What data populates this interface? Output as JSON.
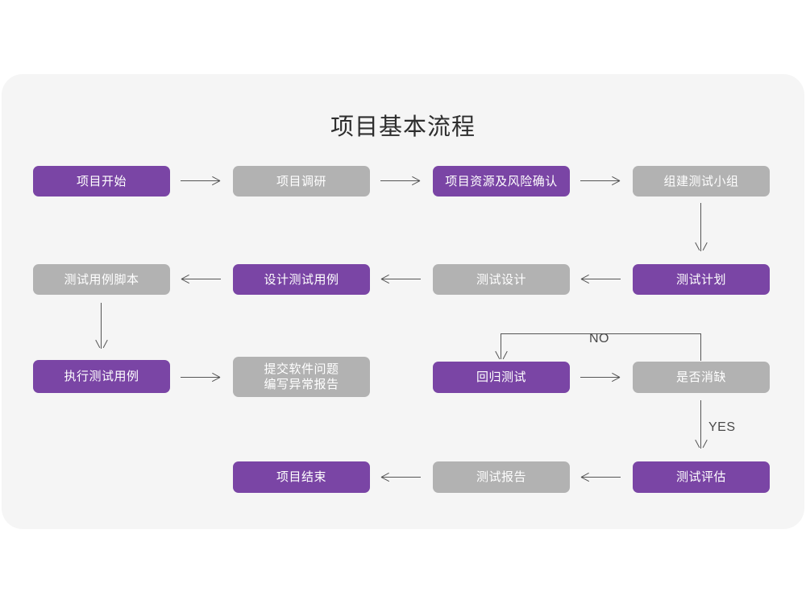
{
  "diagram": {
    "title": "项目基本流程",
    "colors": {
      "accent_purple": "#7a45a5",
      "muted_gray": "#b2b2b2",
      "canvas": "#f5f5f5",
      "connector": "#555555",
      "title_text": "#2e2e2e"
    },
    "nodes": [
      {
        "id": "n1",
        "label": "项目开始",
        "style": "purple"
      },
      {
        "id": "n2",
        "label": "项目调研",
        "style": "gray"
      },
      {
        "id": "n3",
        "label": "项目资源及风险确认",
        "style": "purple"
      },
      {
        "id": "n4",
        "label": "组建测试小组",
        "style": "gray"
      },
      {
        "id": "n5",
        "label": "测试用例脚本",
        "style": "gray"
      },
      {
        "id": "n6",
        "label": "设计测试用例",
        "style": "purple"
      },
      {
        "id": "n7",
        "label": "测试设计",
        "style": "gray"
      },
      {
        "id": "n8",
        "label": "测试计划",
        "style": "purple"
      },
      {
        "id": "n9",
        "label": "执行测试用例",
        "style": "purple"
      },
      {
        "id": "n10",
        "label": "提交软件问题\n编写异常报告",
        "style": "gray"
      },
      {
        "id": "n11",
        "label": "回归测试",
        "style": "purple"
      },
      {
        "id": "n12",
        "label": "是否消缺",
        "style": "gray"
      },
      {
        "id": "n13",
        "label": "项目结束",
        "style": "purple"
      },
      {
        "id": "n14",
        "label": "测试报告",
        "style": "gray"
      },
      {
        "id": "n15",
        "label": "测试评估",
        "style": "purple"
      }
    ],
    "edge_labels": {
      "no": "NO",
      "yes": "YES"
    }
  }
}
